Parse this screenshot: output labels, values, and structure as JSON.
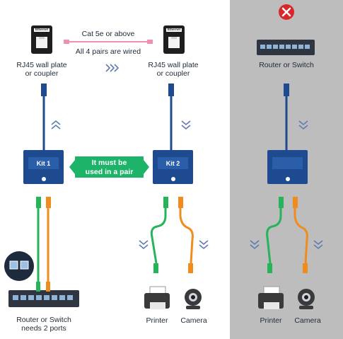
{
  "cable_caption": {
    "line1": "Cat 5e or above",
    "line2": "All 4 pairs are wired"
  },
  "wall_plate_left": {
    "line1": "RJ45 wall plate",
    "line2": "or coupler",
    "badge": "Ethernet"
  },
  "wall_plate_right": {
    "line1": "RJ45 wall plate",
    "line2": "or coupler",
    "badge": "Ethernet"
  },
  "router_top_right": {
    "label": "Router or Switch"
  },
  "kit1": {
    "label": "Kit 1"
  },
  "kit2": {
    "label": "Kit 2"
  },
  "pair_note": {
    "line1": "It must be",
    "line2": "used in a pair"
  },
  "router_bottom_left": {
    "line1": "Router or Switch",
    "line2": "needs 2 ports"
  },
  "devices_middle": {
    "printer": "Printer",
    "camera": "Camera"
  },
  "devices_right": {
    "printer": "Printer",
    "camera": "Camera"
  },
  "status": {
    "wrong_icon": "close-icon"
  },
  "colors": {
    "blue": "#1e4b8f",
    "green": "#27b35a",
    "orange": "#f08c1e",
    "pink": "#ef8fb4",
    "red": "#d9262b",
    "gray": "#bdbdbd"
  }
}
